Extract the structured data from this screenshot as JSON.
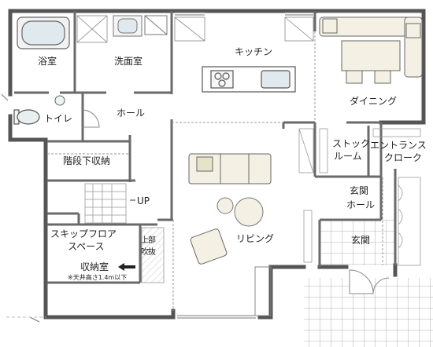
{
  "rooms": {
    "bathroom": "浴室",
    "washroom": "洗面室",
    "kitchen": "キッチン",
    "dining": "ダイニング",
    "toilet": "トイレ",
    "hall": "ホール",
    "under_stair_storage": "階段下収納",
    "stock_room_1": "ストック",
    "stock_room_2": "ルーム",
    "entrance_closet_1": "エントランス",
    "entrance_closet_2": "クローク",
    "up": "UP",
    "entry_hall_1": "玄関",
    "entry_hall_2": "ホール",
    "entrance": "玄関",
    "living": "リビング",
    "skip_floor_1": "スキップフロア",
    "skip_floor_2": "スペース",
    "storage_room": "収納室",
    "ceiling_note": "※天井高さ1.4m以下",
    "upper_void_1": "上",
    "upper_void_2": "部",
    "upper_void_3": "吹",
    "upper_void_4": "抜"
  }
}
